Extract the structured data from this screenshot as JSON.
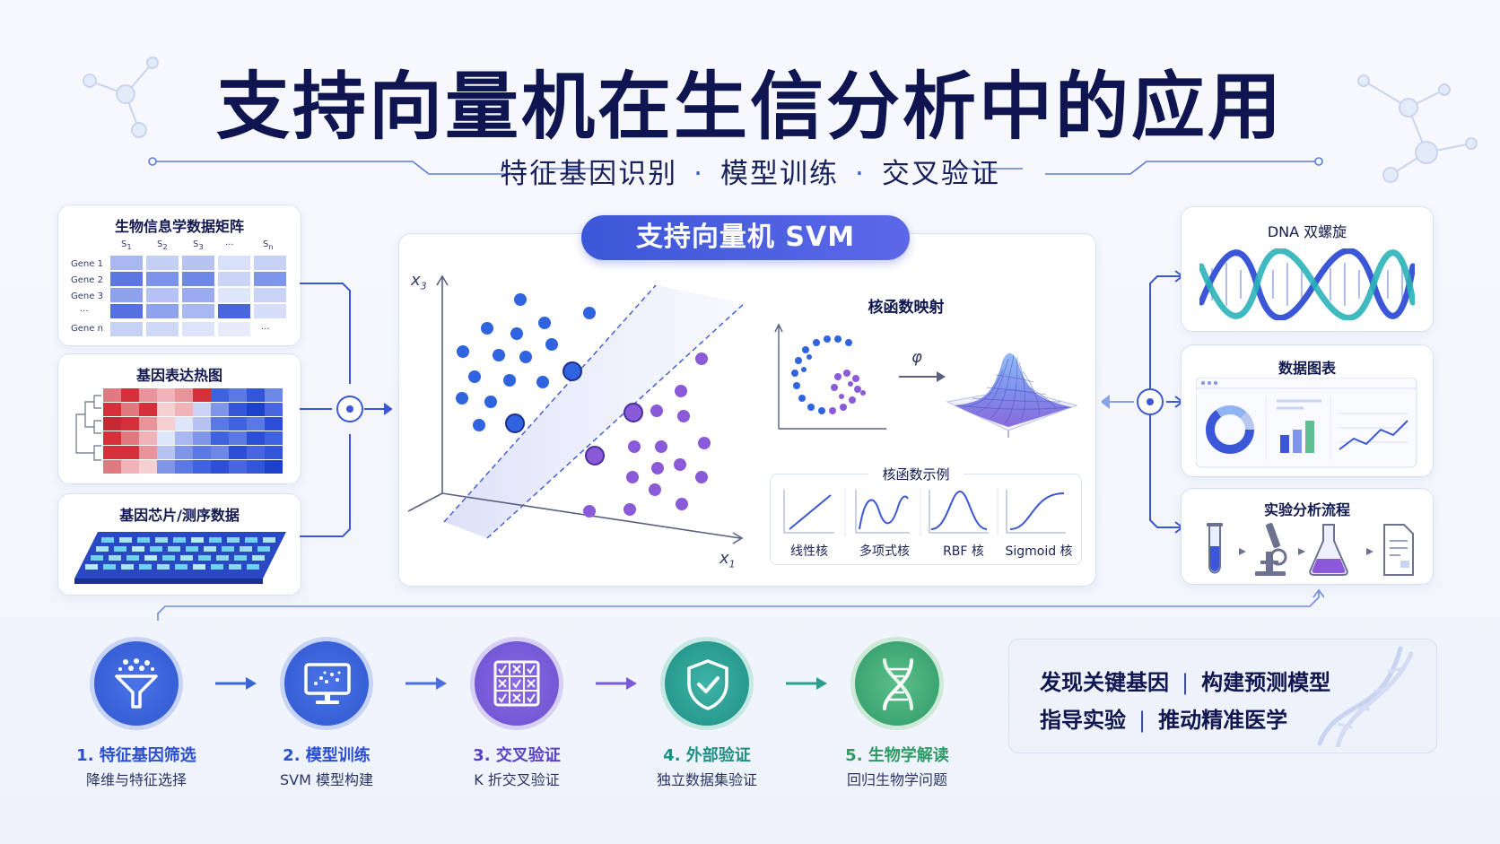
{
  "title": "支持向量机在生信分析中的应用",
  "subtitle": {
    "parts": [
      "特征基因识别",
      "模型训练",
      "交叉验证"
    ],
    "separator": "·"
  },
  "left_panels": {
    "matrix": {
      "title": "生物信息学数据矩阵",
      "columns": [
        "S1",
        "S2",
        "S3",
        "...",
        "Sn"
      ],
      "rows": [
        "Gene 1",
        "Gene 2",
        "Gene 3",
        "...",
        "Gene n"
      ],
      "row_trailing": "..."
    },
    "heatmap": {
      "title": "基因表达热图"
    },
    "chip": {
      "title": "基因芯片/测序数据"
    }
  },
  "center": {
    "svm_label": "支持向量机 SVM",
    "axis_y": "x3",
    "axis_x": "x1",
    "kernel_mapping_title": "核函数映射",
    "phi": "φ",
    "kernel_examples_title": "核函数示例",
    "kernels": [
      "线性核",
      "多项式核",
      "RBF 核",
      "Sigmoid 核"
    ]
  },
  "right_panels": {
    "dna": {
      "title": "DNA 双螺旋"
    },
    "charts": {
      "title": "数据图表"
    },
    "workflow": {
      "title": "实验分析流程"
    }
  },
  "steps": [
    {
      "title": "1. 特征基因筛选",
      "subtitle": "降维与特征选择",
      "icon": "funnel-icon",
      "color": "#3a62d9"
    },
    {
      "title": "2. 模型训练",
      "subtitle": "SVM 模型构建",
      "icon": "monitor-icon",
      "color": "#3a62d9"
    },
    {
      "title": "3. 交叉验证",
      "subtitle": "K 折交叉验证",
      "icon": "grid-check-icon",
      "color": "#6a4fd0"
    },
    {
      "title": "4. 外部验证",
      "subtitle": "独立数据集验证",
      "icon": "shield-check-icon",
      "color": "#1f8f84"
    },
    {
      "title": "5. 生物学解读",
      "subtitle": "回归生物学问题",
      "icon": "dna-icon",
      "color": "#2e9a66"
    }
  ],
  "summary": {
    "line1": [
      "发现关键基因",
      "构建预测模型"
    ],
    "line2": [
      "指导实验",
      "推动精准医学"
    ],
    "separator": "|"
  },
  "colors": {
    "title": "#0f1550",
    "accent_blue": "#3b57d8",
    "class_blue": "#2f63e0",
    "class_purple": "#8a5ad8",
    "heat_red": "#d4313b",
    "heat_blue": "#3256d6"
  }
}
